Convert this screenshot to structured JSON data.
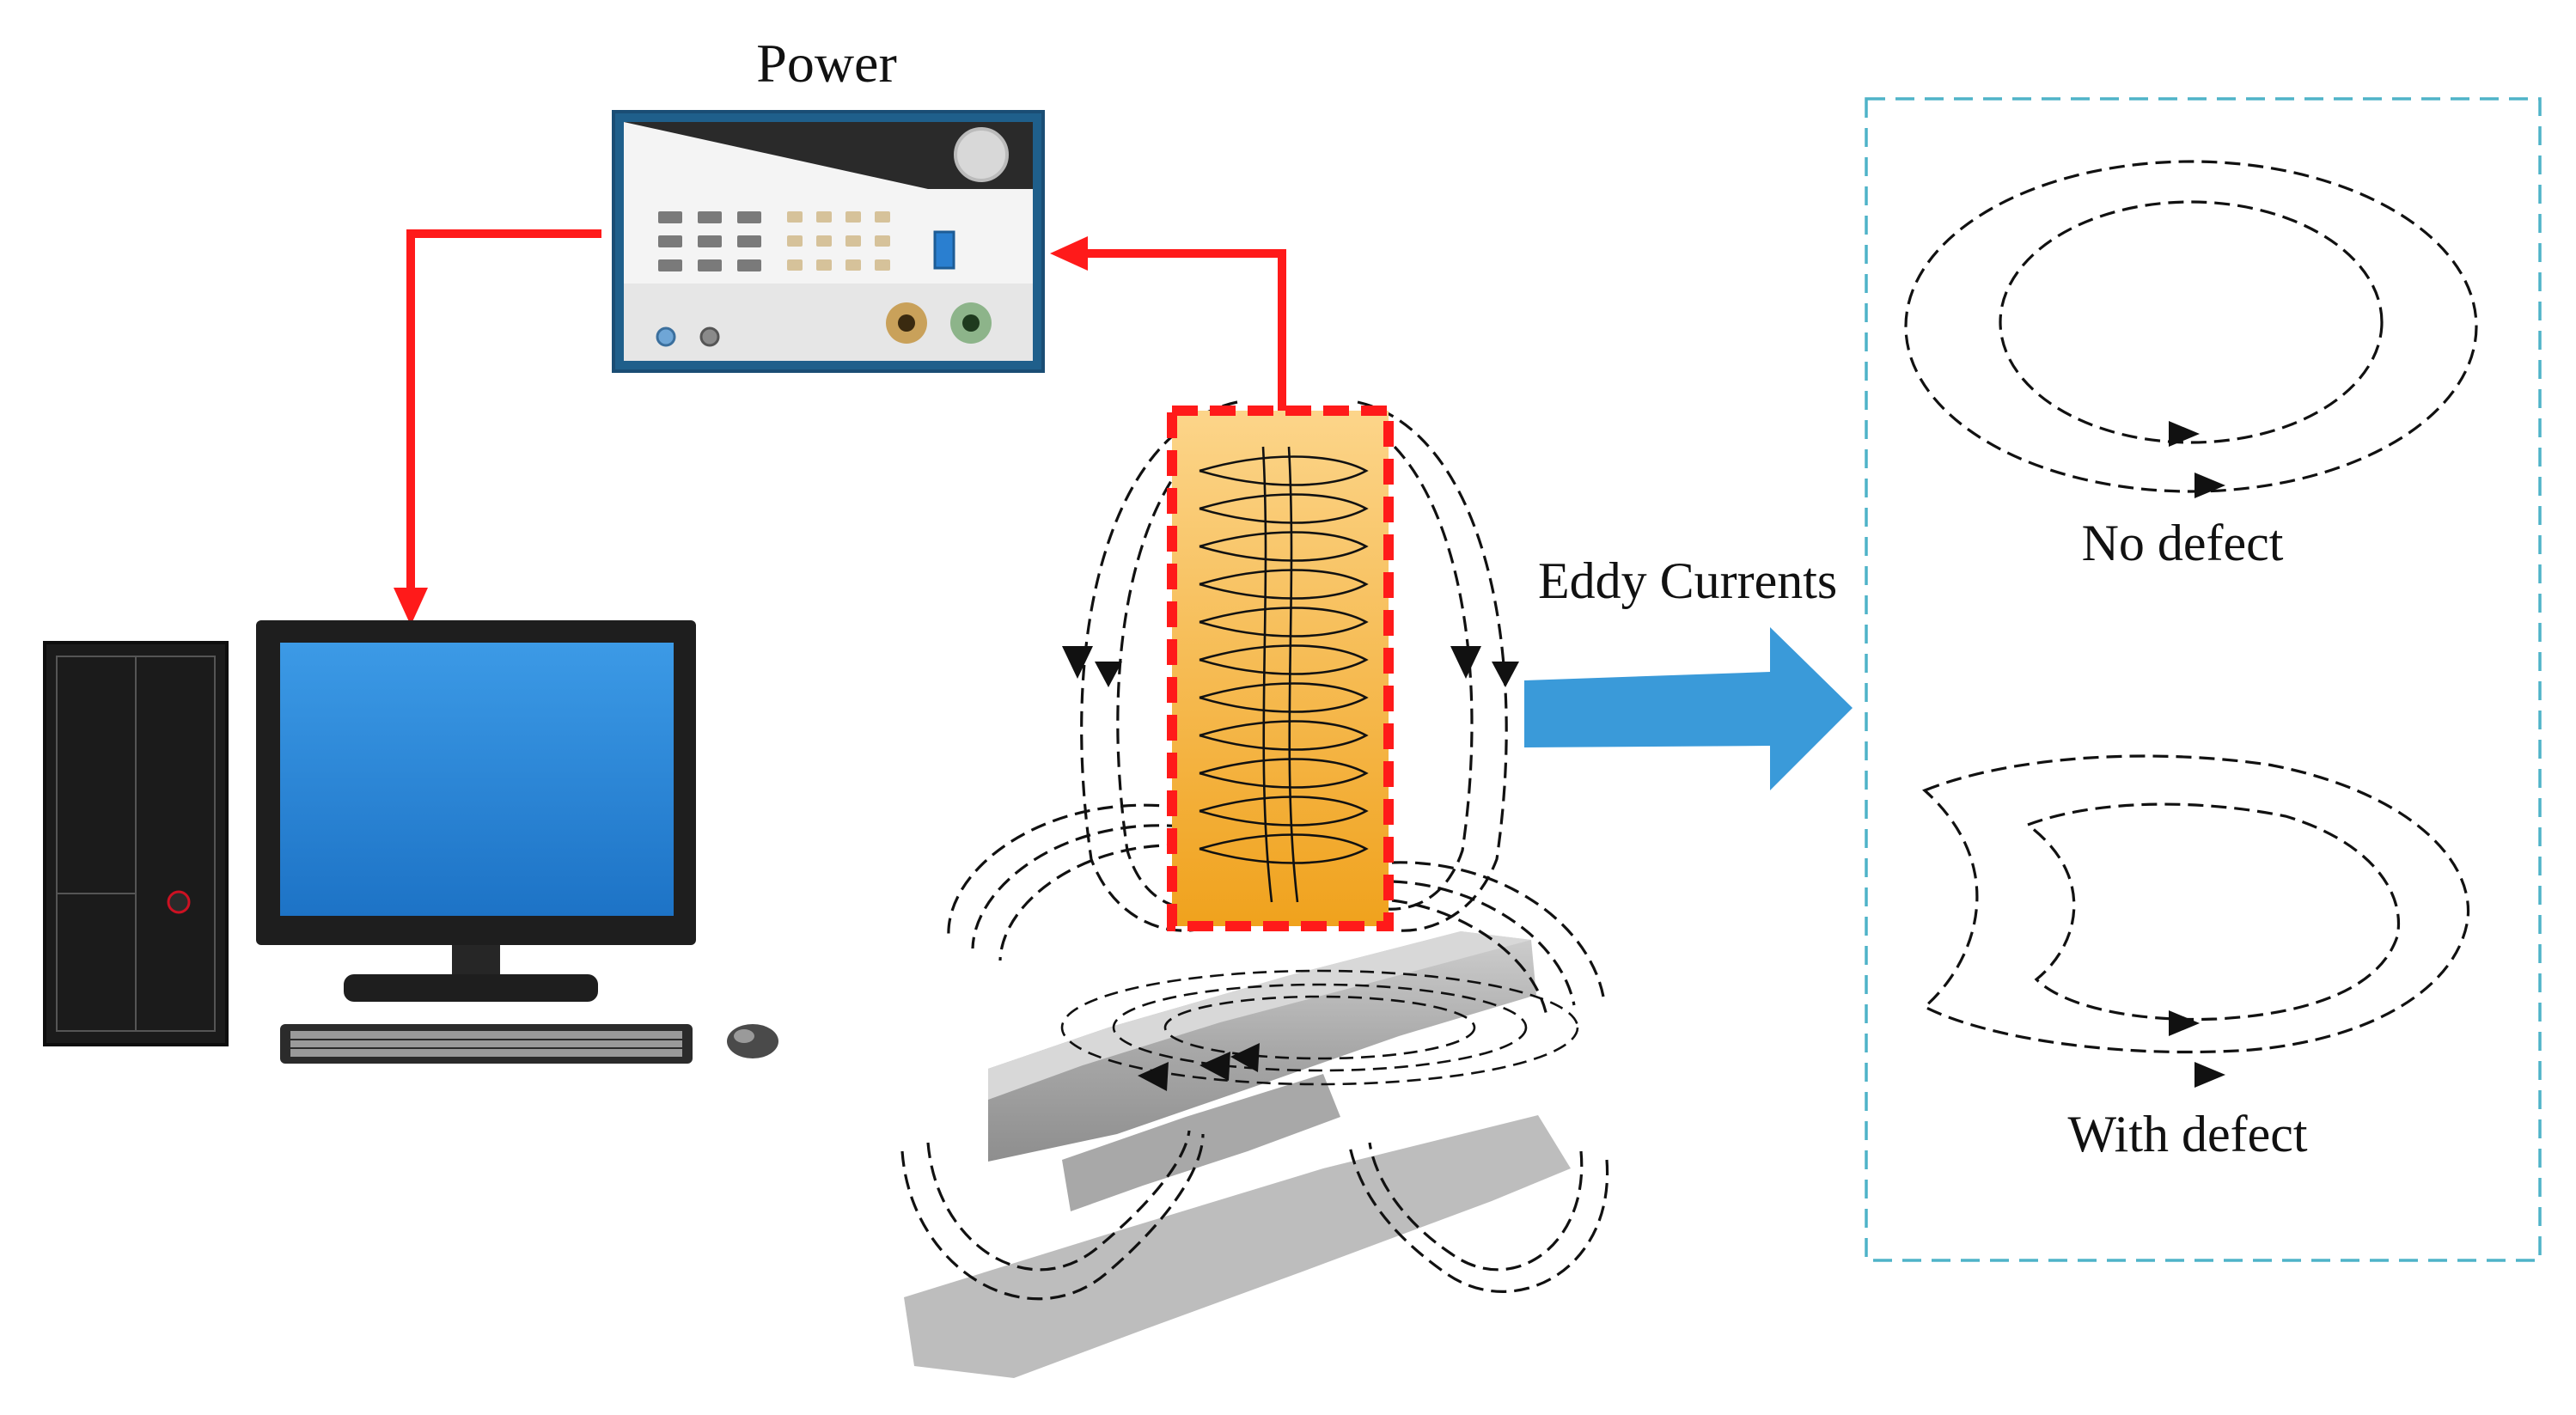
{
  "labels": {
    "power": "Power",
    "eddy_currents": "Eddy Currents",
    "no_defect": "No defect",
    "with_defect": "With defect"
  },
  "colors": {
    "signal_red": "#ff1a1a",
    "arrow_blue": "#3a9ad9",
    "panel_border": "#4fb3c8",
    "coil_fill": "#f7b13a",
    "screen_blue": "#2a8ad8"
  },
  "icons": {
    "power_supply": "power-supply-icon",
    "computer": "desktop-computer-icon",
    "coil": "eddy-current-coil-icon",
    "rail": "rail-track-icon"
  }
}
